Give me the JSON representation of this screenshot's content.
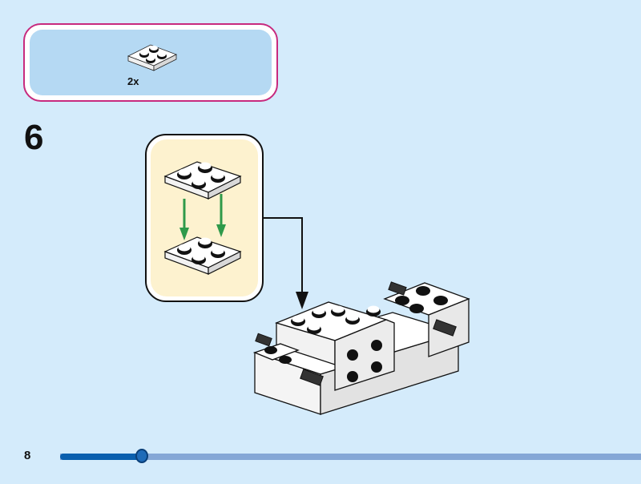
{
  "parts_list": {
    "items": [
      {
        "icon": "plate-2x2-white-icon",
        "quantity": "2x"
      }
    ]
  },
  "step": {
    "number": "6"
  },
  "footer": {
    "page_number": "8",
    "progress_percent": 14
  },
  "colors": {
    "background": "#d4ebfb",
    "parts_border": "#c72a7e",
    "parts_fill": "#b5d9f3",
    "callout_fill": "#fdf2cf",
    "arrow_green": "#2e9a4a",
    "progress_fill": "#0a5fae",
    "progress_track": "#85a7d6"
  }
}
